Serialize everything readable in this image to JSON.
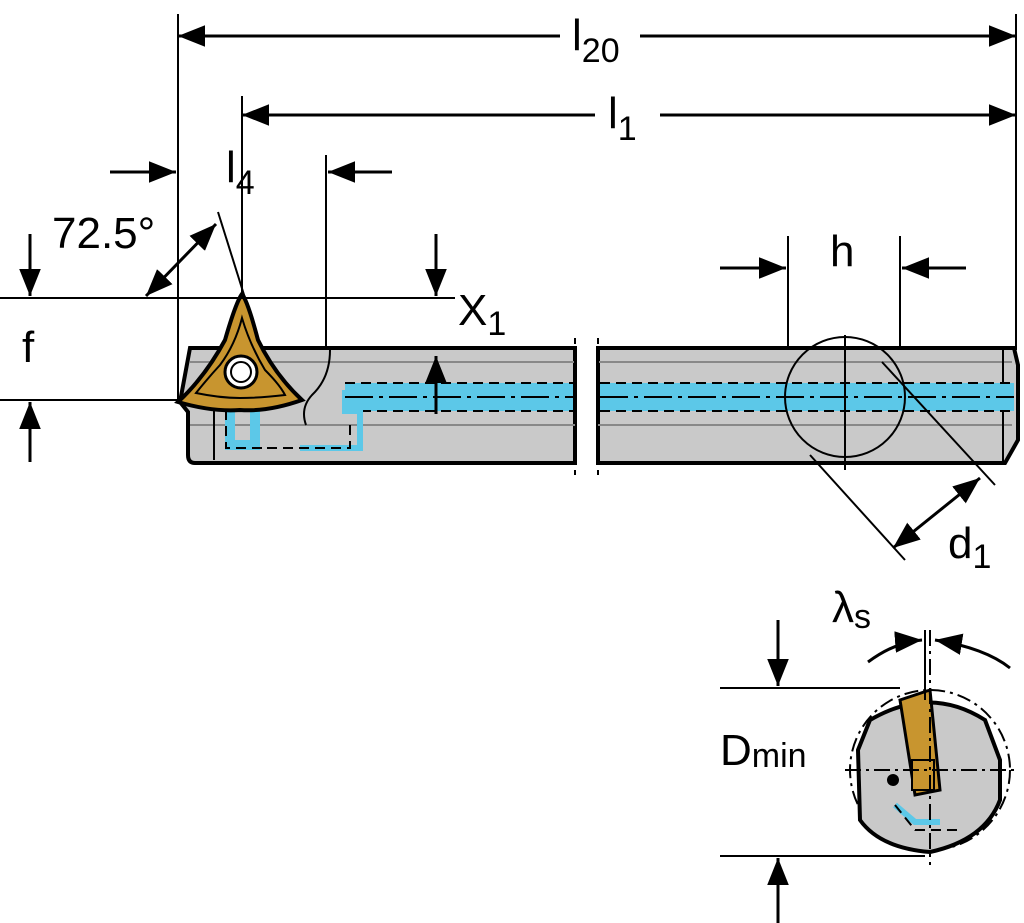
{
  "labels": {
    "l20": "l",
    "l20_sub": "20",
    "l1": "l",
    "l1_sub": "1",
    "l4": "l",
    "l4_sub": "4",
    "angle": "72.5°",
    "x1": "X",
    "x1_sub": "1",
    "f": "f",
    "h": "h",
    "d1": "d",
    "d1_sub": "1",
    "lambda": "λ",
    "lambda_sub": "s",
    "dmin": "D",
    "dmin_sub": "min"
  },
  "colors": {
    "body": "#c9c9c9",
    "body_dark": "#a8a8a8",
    "insert": "#c8952f",
    "coolant": "#5cc8e8",
    "ink": "#000000"
  }
}
